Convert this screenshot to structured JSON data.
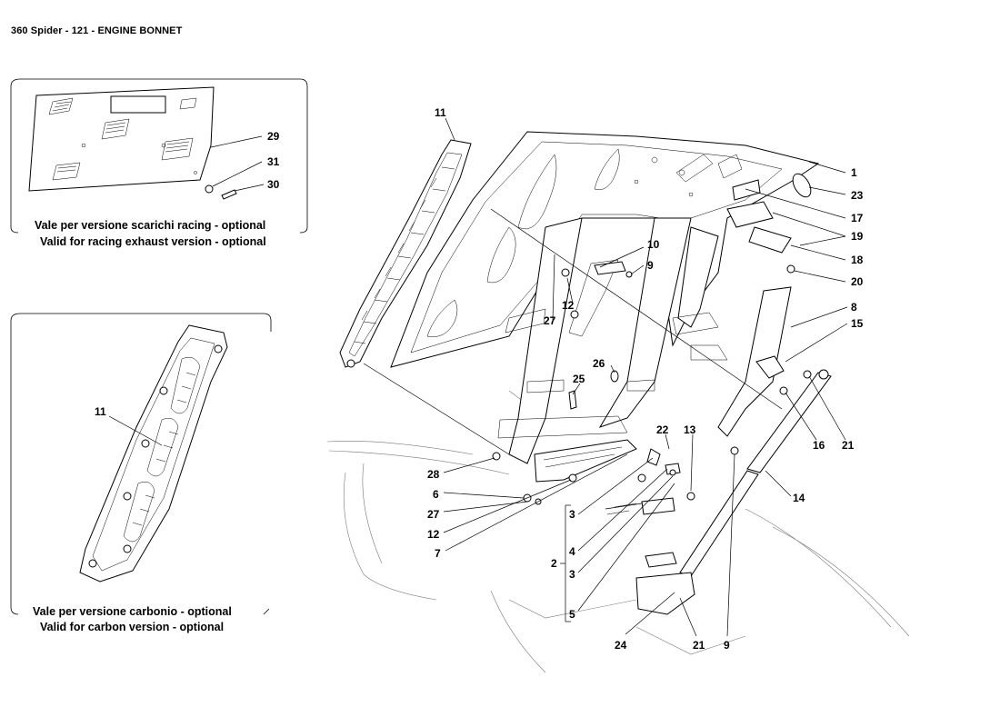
{
  "title": "360 Spider - 121 - ENGINE BONNET",
  "inset_racing": {
    "caption_it": "Vale per versione scarichi racing - optional",
    "caption_en": "Valid for racing exhaust version - optional",
    "callouts": [
      "29",
      "31",
      "30"
    ]
  },
  "inset_carbon": {
    "caption_it": "Vale per versione carbonio - optional",
    "caption_en": "Valid for carbon version - optional",
    "callouts": [
      "11"
    ]
  },
  "main_callouts": [
    "11",
    "1",
    "23",
    "17",
    "19",
    "18",
    "20",
    "10",
    "9",
    "12",
    "27",
    "8",
    "15",
    "26",
    "25",
    "21",
    "16",
    "22",
    "13",
    "14",
    "28",
    "6",
    "27",
    "12",
    "7",
    "3",
    "4",
    "2",
    "3",
    "5",
    "24",
    "21",
    "9"
  ]
}
